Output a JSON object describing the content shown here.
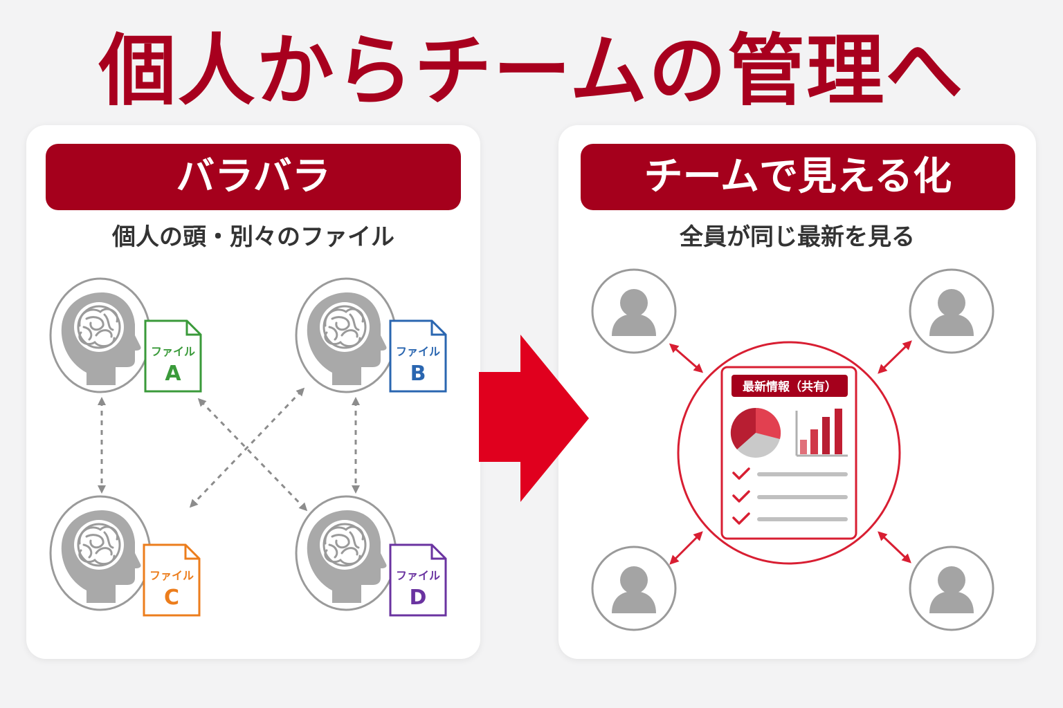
{
  "title": "個人からチームの管理へ",
  "left": {
    "banner": "バラバラ",
    "subtitle": "個人の頭・別々のファイル",
    "files": [
      {
        "label": "ファイル",
        "letter": "A",
        "color": "#3a9a3a"
      },
      {
        "label": "ファイル",
        "letter": "B",
        "color": "#2a66b0"
      },
      {
        "label": "ファイル",
        "letter": "C",
        "color": "#ec7d1c"
      },
      {
        "label": "ファイル",
        "letter": "D",
        "color": "#6a33a0"
      }
    ]
  },
  "right": {
    "banner": "チームで見える化",
    "subtitle": "全員が同じ最新を見る",
    "doc_header": "最新情報（共有）"
  },
  "colors": {
    "title": "#a8001e",
    "banner": "#a5001c",
    "arrow": "#e0001e",
    "accent": "#d81e32",
    "gray": "#a8a8a8"
  }
}
